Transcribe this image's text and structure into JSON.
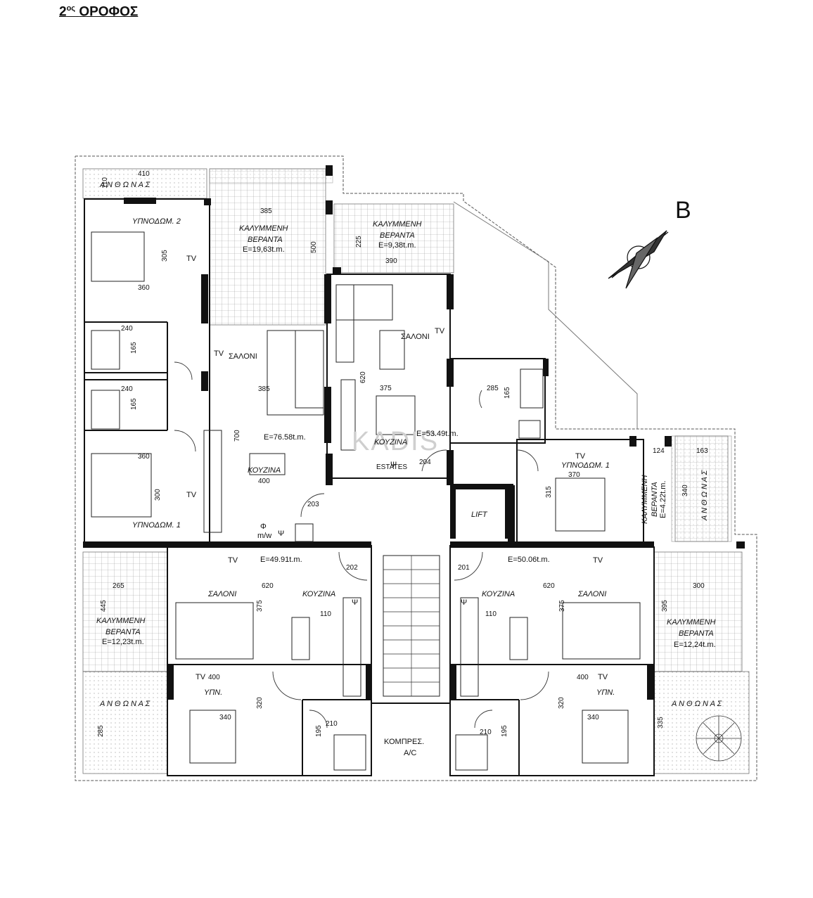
{
  "title": {
    "prefix": "2",
    "sup": "ος",
    "main": "ΟΡΟΦΟΣ"
  },
  "north_label": "B",
  "watermark": {
    "main": "KADIS",
    "sub": "ESTATES"
  },
  "rooms": {
    "ypnodom2_tl": "ΥΠΝΟΔΩΜ. 2",
    "kal_ver_1": "ΚΑΛΥΜΜΕΝΗ",
    "kal_ver_1b": "ΒΕΡΑΝΤΑ",
    "kal_ver_1_area": "Ε=19,63t.m.",
    "kal_ver_2": "ΚΑΛΥΜΜΕΝΗ",
    "kal_ver_2b": "ΒΕΡΑΝΤΑ",
    "kal_ver_2_area": "Ε=9,38t.m.",
    "saloni_tl": "ΣΑΛΟΝΙ",
    "saloni_tc": "ΣΑΛΟΝΙ",
    "area_tl": "Ε=76.58t.m.",
    "kouzina_tl": "ΚΟΥΖΙΝΑ",
    "kouzina_tc": "ΚΟΥΖΙΝΑ",
    "area_tc": "Ε=53.49t.m.",
    "ypnodom1_tl": "ΥΠΝΟΔΩΜ. 1",
    "ypnodom1_r": "ΥΠΝΟΔΩΜ. 1",
    "kal_ver_3": "ΚΑΛΥΜΜΕΝΗ",
    "kal_ver_3b": "ΒΕΡΑΝΤΑ",
    "kal_ver_3_area": "Ε=4.22t.m.",
    "lift": "LIFT",
    "area_bl": "Ε=49.91t.m.",
    "area_br": "Ε=50.06t.m.",
    "saloni_bl": "ΣΑΛΟΝΙ",
    "kouzina_bl": "ΚΟΥΖΙΝΑ",
    "kouzina_br": "ΚΟΥΖΙΝΑ",
    "saloni_br": "ΣΑΛΟΝΙ",
    "kal_ver_bl": "ΚΑΛΥΜΜΕΝΗ",
    "kal_ver_blb": "ΒΕΡΑΝΤΑ",
    "kal_ver_bl_area": "Ε=12,23t.m.",
    "kal_ver_br": "ΚΑΛΥΜΜΕΝΗ",
    "kal_ver_brb": "ΒΕΡΑΝΤΑ",
    "kal_ver_br_area": "Ε=12,24t.m.",
    "ypn_bl": "ΥΠΝ.",
    "ypn_br": "ΥΠΝ.",
    "kompres": "ΚΟΜΠΡΕΣ.",
    "ac": "A/C",
    "anthonas": "Α Ν Θ Ω Ν Α Σ",
    "tv": "TV",
    "mw": "m/w",
    "phi": "Φ",
    "psi": "Ψ"
  },
  "dims": {
    "d410": "410",
    "d110": "110",
    "d385a": "385",
    "d500": "500",
    "d225": "225",
    "d390": "390",
    "d305": "305",
    "d360a": "360",
    "d240a": "240",
    "d165a": "165",
    "d240b": "240",
    "d165b": "165",
    "d385b": "385",
    "d700": "700",
    "d360b": "360",
    "d300a": "300",
    "d400a": "400",
    "d203": "203",
    "d620a": "620",
    "d375a": "375",
    "d285a": "285",
    "d165c": "165",
    "d204": "204",
    "d124": "124",
    "d163": "163",
    "d370": "370",
    "d315": "315",
    "d340a": "340",
    "d202": "202",
    "d201": "201",
    "d265": "265",
    "d620b": "620",
    "d375b": "375",
    "d110b": "110",
    "d445": "445",
    "d400b": "400",
    "d320a": "320",
    "d340b": "340",
    "d210a": "210",
    "d195a": "195",
    "d285b": "285",
    "d620c": "620",
    "d375c": "375",
    "d110c": "110",
    "d300b": "300",
    "d395": "395",
    "d400c": "400",
    "d320b": "320",
    "d340c": "340",
    "d210b": "210",
    "d195b": "195",
    "d335": "335"
  }
}
